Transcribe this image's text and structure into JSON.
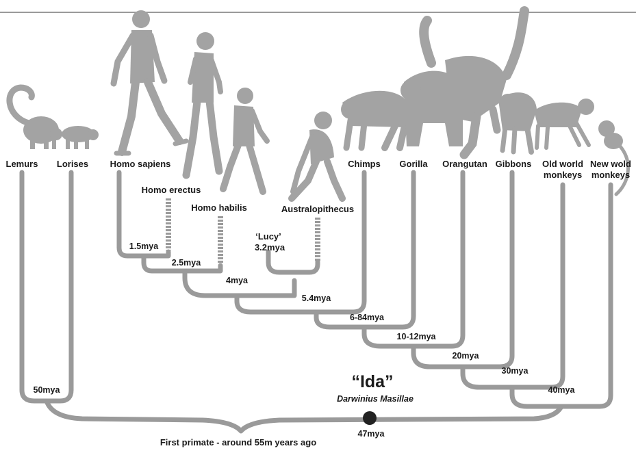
{
  "taxa": {
    "lemurs": "Lemurs",
    "lorises": "Lorises",
    "homo_sapiens": "Homo sapiens",
    "homo_erectus": "Homo erectus",
    "homo_habilis": "Homo habilis",
    "australopithecus": "Australopithecus",
    "lucy_line1": "‘Lucy’",
    "lucy_line2": "3.2mya",
    "chimps": "Chimps",
    "gorilla": "Gorilla",
    "orangutan": "Orangutan",
    "gibbons": "Gibbons",
    "old_world_line1": "Old world",
    "old_world_line2": "monkeys",
    "new_world_line1": "New wold",
    "new_world_line2": "monkeys"
  },
  "divergences": {
    "d_1_5": "1.5mya",
    "d_2_5": "2.5mya",
    "d_4": "4mya",
    "d_5_4": "5.4mya",
    "d_6_84": "6-84mya",
    "d_10_12": "10-12mya",
    "d_20": "20mya",
    "d_30": "30mya",
    "d_40": "40mya",
    "d_50": "50mya"
  },
  "ida": {
    "title": "“Ida”",
    "species": "Darwinius Masillae",
    "age": "47mya"
  },
  "footer": {
    "first_primate": "First primate - around 55m years ago"
  },
  "colors": {
    "branch": "#9a9a9a",
    "silhouette": "#a3a3a3",
    "marker": "#222222",
    "text": "#1a1a1a"
  }
}
